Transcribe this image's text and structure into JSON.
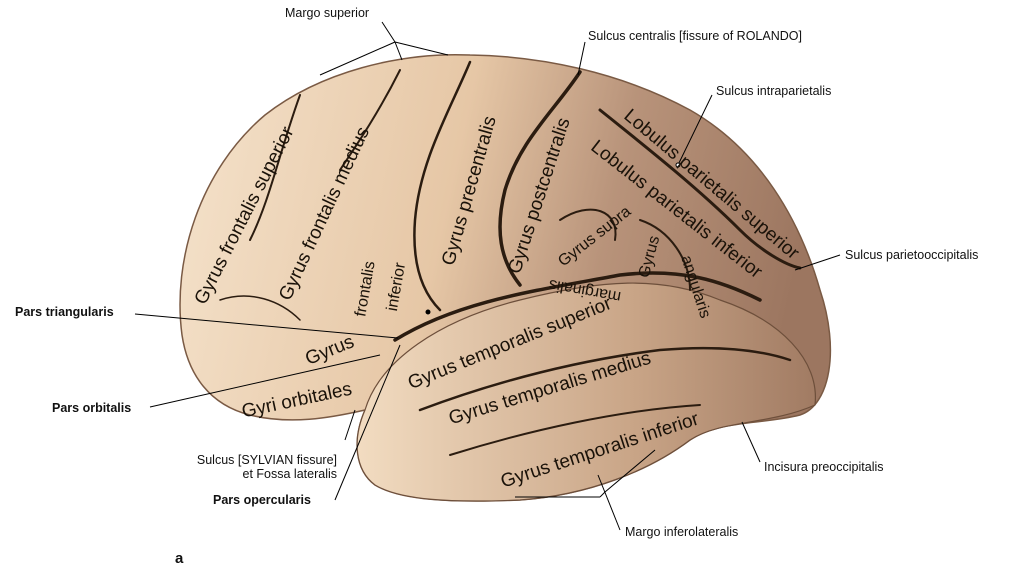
{
  "figure_letter": "a",
  "colors": {
    "frontal": "#f3dfc6",
    "posterior": "#a47e64",
    "sulcus": "#2b1c10"
  },
  "external_labels": {
    "margo_superior": "Margo superior",
    "sulcus_centralis": "Sulcus centralis [fissure of ROLANDO]",
    "sulcus_intraparietalis": "Sulcus intraparietalis",
    "sulcus_parietooccipitalis": "Sulcus parietooccipitalis",
    "pars_triangularis": "Pars triangularis",
    "pars_orbitalis": "Pars orbitalis",
    "sulcus_sylvian_1": "Sulcus [SYLVIAN fissure]",
    "sulcus_sylvian_2": "et Fossa lateralis",
    "pars_opercularis": "Pars opercularis",
    "incisura_preoccipitalis": "Incisura preoccipitalis",
    "margo_inferolateralis": "Margo inferolateralis"
  },
  "gyri": {
    "frontalis_superior": "Gyrus frontalis superior",
    "frontalis_medius": "Gyrus frontalis medius",
    "precentralis": "Gyrus precentralis",
    "postcentralis": "Gyrus postcentralis",
    "lobulus_superior": "Lobulus parietalis superior",
    "lobulus_inferior": "Lobulus parietalis inferior",
    "supramarginalis_1": "Gyrus supra",
    "supramarginalis_2": "marginalis",
    "angularis_1": "Gyrus",
    "angularis_2": "angularis",
    "frontalis_inferior_1": "frontalis",
    "frontalis_inferior_2": "inferior",
    "frontalis_inferior_gyrus": "Gyrus",
    "orbitales": "Gyri orbitales",
    "temporalis_superior": "Gyrus temporalis superior",
    "temporalis_medius": "Gyrus temporalis medius",
    "temporalis_inferior": "Gyrus temporalis inferior"
  }
}
